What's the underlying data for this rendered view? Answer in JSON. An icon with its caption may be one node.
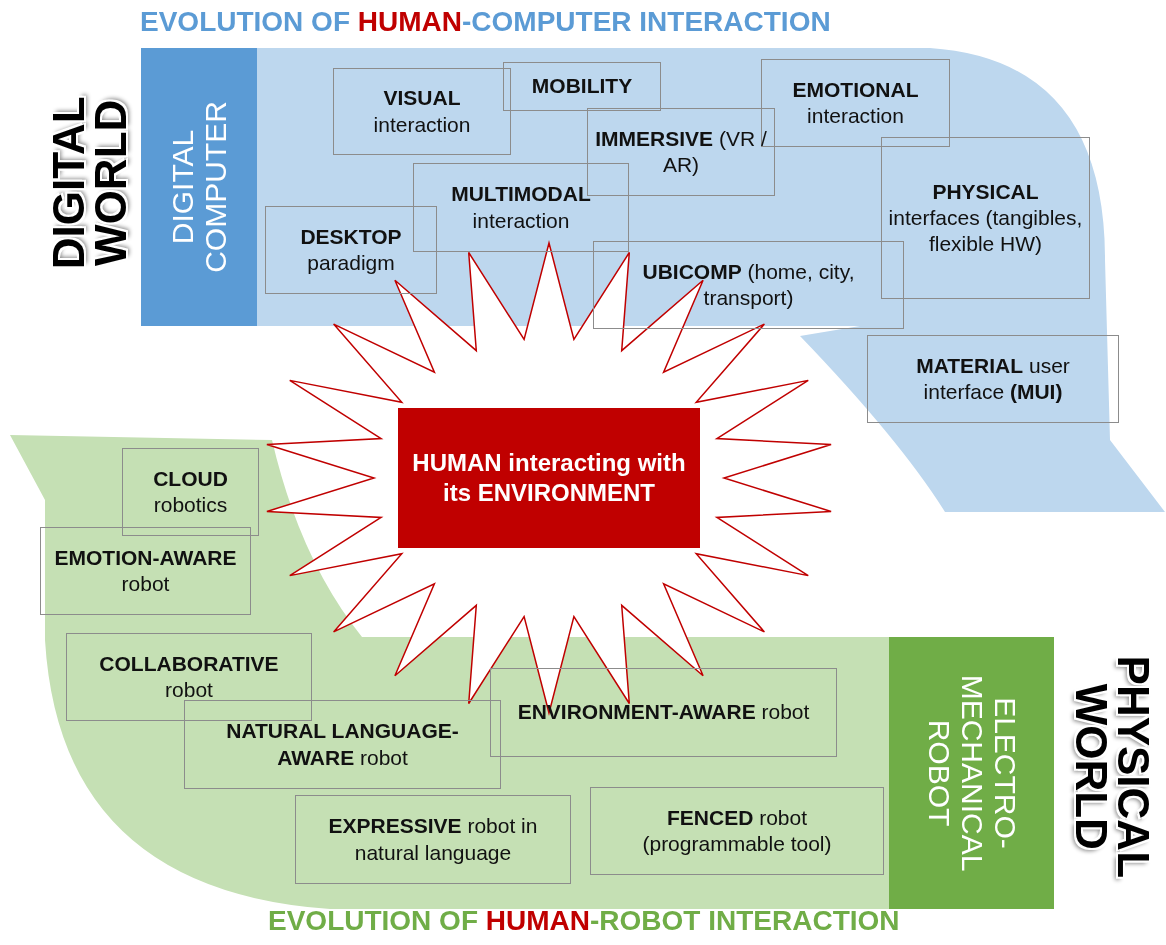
{
  "diagram": {
    "title": "EVOLUTION OF **HUMAN**-COMPUTER INTERACTION",
    "nodes": [
      {
        "text": [
          "DIGITAL COMPUTER"
        ]
      },
      {
        "text": [
          "**VISUAL** interaction"
        ]
      },
      {
        "text": [
          "**MOBILITY**"
        ]
      },
      {
        "text": [
          "**EMOTIONAL** interaction"
        ]
      },
      {
        "text": [
          "**IMMERSIVE** (VR / AR)"
        ]
      },
      {
        "text": [
          "**MULTIMODAL** interaction"
        ]
      },
      {
        "text": [
          "**PHYSICAL** interfaces (tangibles, flexible HW)"
        ]
      },
      {
        "text": [
          "**DESKTOP** paradigm"
        ]
      },
      {
        "text": [
          "**UBICOMP** (home, city, transport)"
        ]
      },
      {
        "text": [
          "**MATERIAL** user interface **(MUI)**"
        ]
      },
      {
        "text": [
          "HUMAN interacting with its ENVIRONMENT"
        ]
      },
      {
        "text": [
          "**CLOUD** robotics"
        ]
      },
      {
        "text": [
          "**EMOTION-AWARE** robot"
        ]
      },
      {
        "text": [
          "**COLLABORATIVE** robot"
        ]
      },
      {
        "text": [
          "**ENVIRONMENT-AWARE** robot"
        ]
      },
      {
        "text": [
          "**NATURAL LANGUAGE-AWARE** robot"
        ]
      },
      {
        "text": [
          "**EXPRESSIVE** robot in natural language"
        ]
      },
      {
        "text": [
          "**FENCED** robot (programmable tool)"
        ]
      },
      {
        "text": [
          "ELECTRO-MECHANICAL ROBOT"
        ]
      }
    ],
    "labels": [
      "DIGITAL WORLD",
      "PHYSICAL WORLD",
      "EVOLUTION OF **HUMAN**-ROBOT INTERACTION"
    ]
  }
}
